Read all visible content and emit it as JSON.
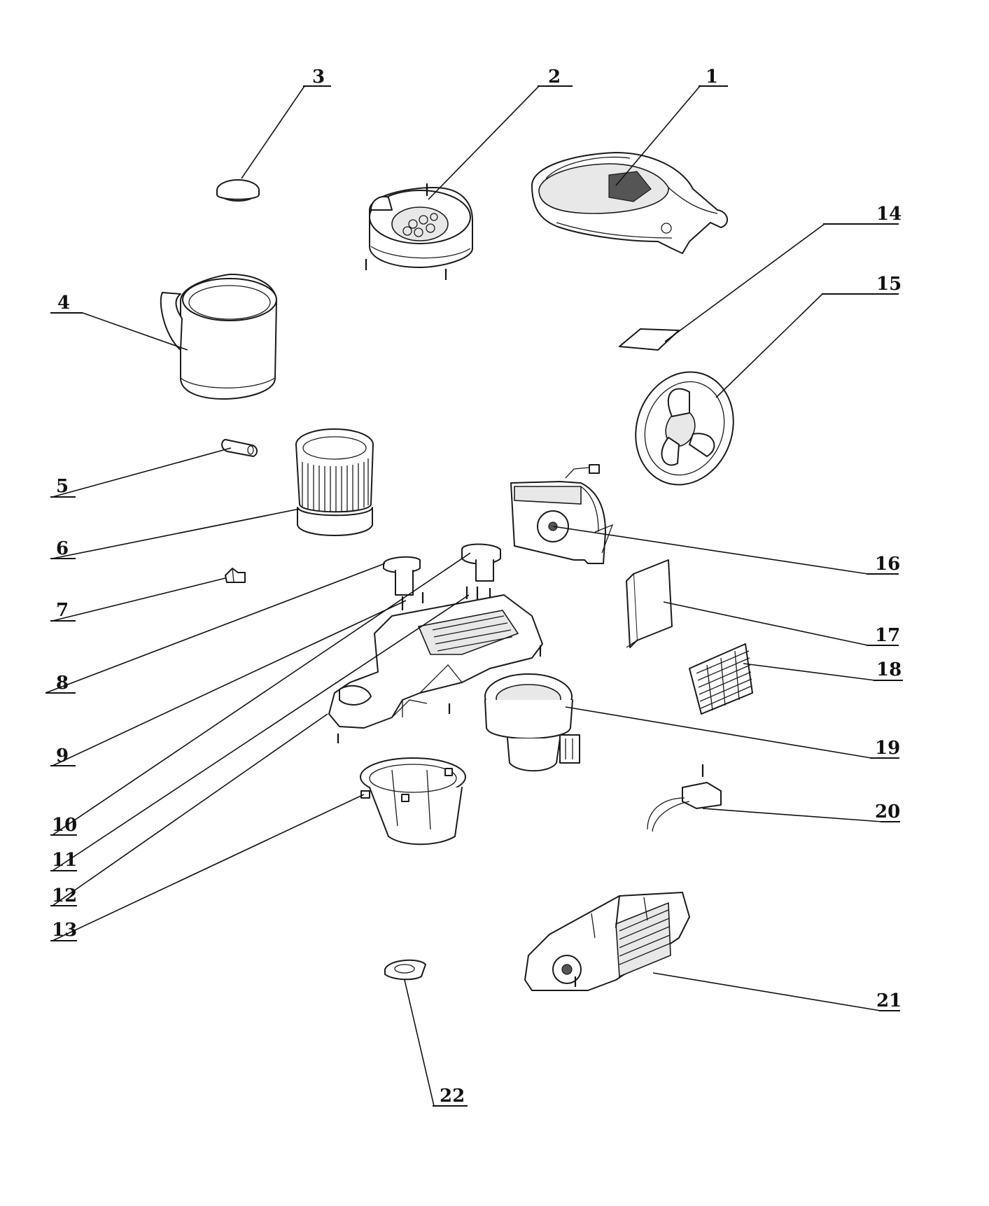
{
  "diagram": {
    "type": "exploded-parts-view",
    "callouts": [
      {
        "id": "1",
        "label": "1"
      },
      {
        "id": "2",
        "label": "2"
      },
      {
        "id": "3",
        "label": "3"
      },
      {
        "id": "4",
        "label": "4"
      },
      {
        "id": "5",
        "label": "5"
      },
      {
        "id": "6",
        "label": "6"
      },
      {
        "id": "7",
        "label": "7"
      },
      {
        "id": "8",
        "label": "8"
      },
      {
        "id": "9",
        "label": "9"
      },
      {
        "id": "10",
        "label": "10"
      },
      {
        "id": "11",
        "label": "11"
      },
      {
        "id": "12",
        "label": "12"
      },
      {
        "id": "13",
        "label": "13"
      },
      {
        "id": "14",
        "label": "14"
      },
      {
        "id": "15",
        "label": "15"
      },
      {
        "id": "16",
        "label": "16"
      },
      {
        "id": "17",
        "label": "17"
      },
      {
        "id": "18",
        "label": "18"
      },
      {
        "id": "19",
        "label": "19"
      },
      {
        "id": "20",
        "label": "20"
      },
      {
        "id": "21",
        "label": "21"
      },
      {
        "id": "22",
        "label": "22"
      }
    ]
  }
}
